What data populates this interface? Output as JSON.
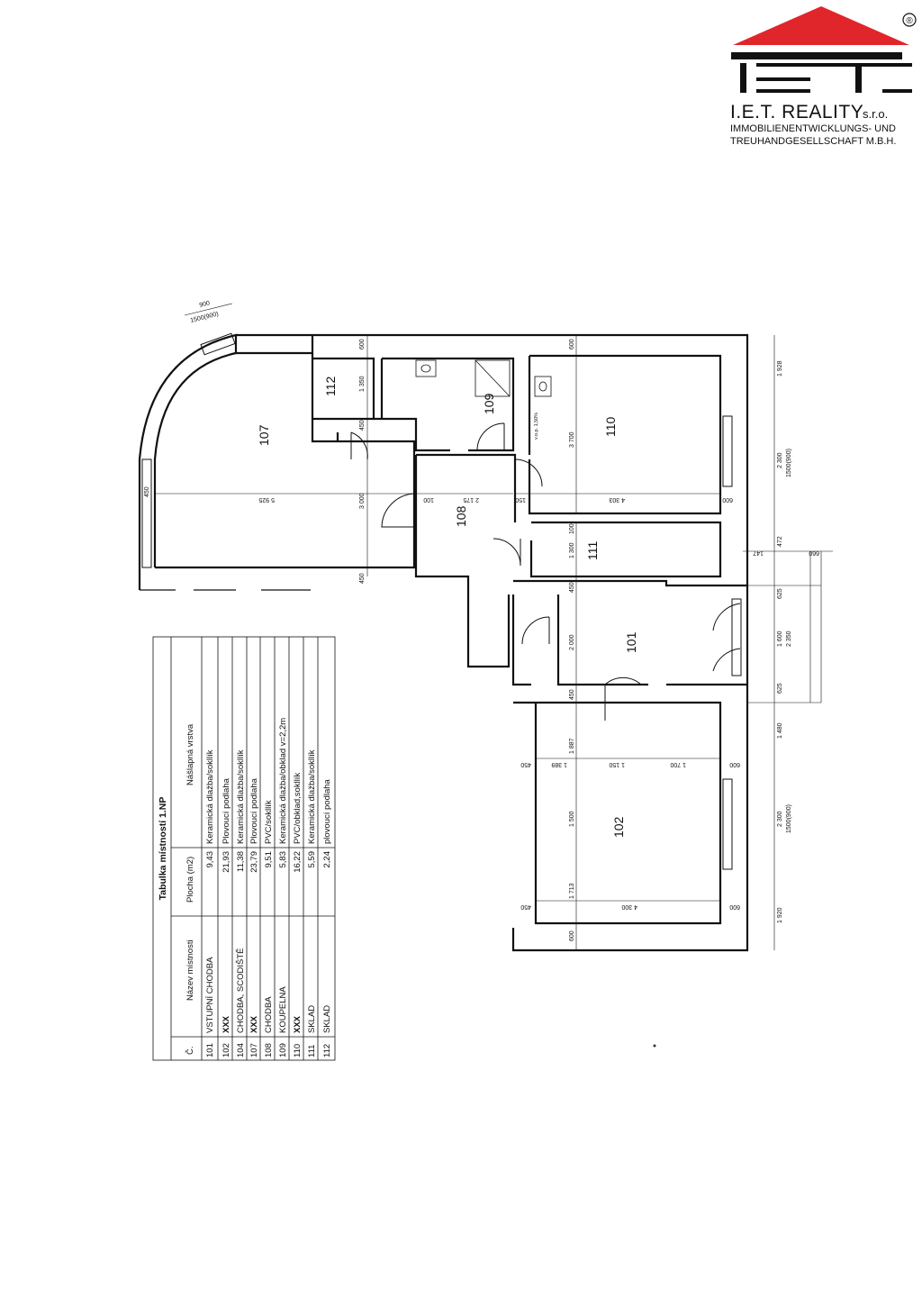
{
  "brand": {
    "name": "I.E.T. REALITY",
    "suffix": "s.r.o.",
    "line1": "IMMOBILIENENTWICKLUNGS- UND",
    "line2": "TREUHANDGESELLSCHAFT M.B.H.",
    "registered": "®",
    "roof_color": "#e0252b"
  },
  "rooms": {
    "r107": "107",
    "r112": "112",
    "r109": "109",
    "r110": "110",
    "r108": "108",
    "r111": "111",
    "r101": "101",
    "r102": "102"
  },
  "dims": {
    "d900": "900",
    "d1500_900_top": "1500(900)",
    "d600_a": "600",
    "d600_b": "600",
    "d1350": "1 350",
    "d450_a": "450",
    "d450_b": "450",
    "d450_c": "450",
    "d450_d": "450",
    "d450_e": "450",
    "d450_f": "450",
    "d450_g": "450",
    "d5925": "5 925",
    "d3000": "3 000",
    "d100_a": "100",
    "d2175": "2 175",
    "d150": "150",
    "d4303": "4 303",
    "d600_c": "600",
    "d3700": "3 700",
    "d1928": "1 928",
    "d2300_a": "2 300",
    "d1500_900_a": "1500(900)",
    "d472": "472",
    "d147": "147",
    "d660": "660",
    "d100_b": "100",
    "d1300": "1 300",
    "d625_a": "625",
    "d2000": "2 000",
    "d1600": "1 600",
    "d2350": "2 350",
    "d625_b": "625",
    "d1480": "1 480",
    "d1887": "1 887",
    "d1389": "1 389",
    "d1150": "1 150",
    "d1700": "1 700",
    "d600_d": "600",
    "d1500": "1 500",
    "d2300_b": "2 300",
    "d1500_900_b": "1500(900)",
    "d1713": "1 713",
    "d4300": "4 300",
    "d600_e": "600",
    "d1920": "1 920",
    "d600_f": "600",
    "d_vop": "v.o.p. 1,50%"
  },
  "table": {
    "title": "Tabulka místností 1.NP",
    "headers": [
      "Č.",
      "Název místnosti",
      "Plocha (m2)",
      "Nášlapná vrstva"
    ],
    "rows": [
      [
        "101",
        "VSTUPNÍ CHODBA",
        "9,43",
        "Keramická dlažba/sokllík"
      ],
      [
        "102",
        "XXX",
        "21,93",
        "Plovoucí podlaha"
      ],
      [
        "104",
        "CHODBA, SCODIŠTĚ",
        "11,38",
        "Keramická dlažba/sokllík"
      ],
      [
        "107",
        "XXX",
        "23,79",
        "Plovoucí podlaha"
      ],
      [
        "108",
        "CHODBA",
        "9,51",
        "PVC/sokllík"
      ],
      [
        "109",
        "KOUPELNA",
        "5,83",
        "Keramická dlažba/obklad v=2,2m"
      ],
      [
        "110",
        "XXX",
        "16,22",
        "PVC/obklad,sokllík"
      ],
      [
        "111",
        "SKLAD",
        "5,59",
        "Keramická dlažba/sokllík"
      ],
      [
        "112",
        "SKLAD",
        "2,24",
        "plovoucí podlaha"
      ]
    ]
  }
}
